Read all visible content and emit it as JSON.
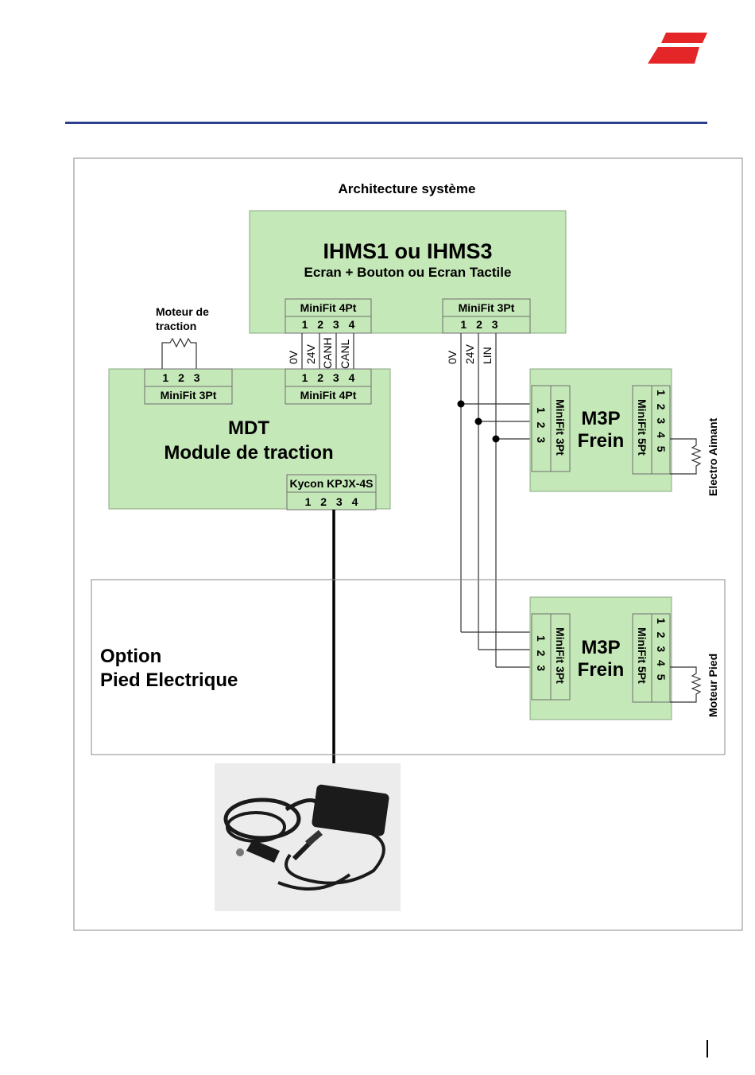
{
  "header": {
    "logo_name": "red-stripes-logo",
    "rule_color": "#2b3f8f",
    "accent_color": "#e52629"
  },
  "diagram": {
    "title": "Architecture système",
    "ihms": {
      "title": "IHMS1 ou IHMS3",
      "subtitle": "Ecran + Bouton ou Ecran Tactile",
      "conn_4pt_label": "MiniFit 4Pt",
      "conn_4pt_pins": "1 2 3 4",
      "conn_3pt_label": "MiniFit 3Pt",
      "conn_3pt_pins": "1 2 3"
    },
    "wires_can": [
      "0V",
      "24V",
      "CANH",
      "CANL"
    ],
    "wires_lin": [
      "0V",
      "24V",
      "LIN"
    ],
    "motor_label_1": "Moteur de",
    "motor_label_2": "traction",
    "mdt": {
      "title": "MDT",
      "subtitle": "Module de traction",
      "conn_3pt_pins": "1 2 3",
      "conn_3pt_label": "MiniFit 3Pt",
      "conn_4pt_pins": "1 2 3 4",
      "conn_4pt_label": "MiniFit 4Pt",
      "kycon_label": "Kycon KPJX-4S",
      "kycon_pins": "1 2 3 4"
    },
    "m3p_1": {
      "title": "M3P",
      "subtitle": "Frein",
      "left_conn_label": "MiniFit 3Pt",
      "left_pins": "1 2 3",
      "right_conn_label": "MiniFit 5Pt",
      "right_pins": "1 2 3 4 5",
      "load_label": "Electro Aimant"
    },
    "m3p_2": {
      "title": "M3P",
      "subtitle": "Frein",
      "left_conn_label": "MiniFit 3Pt",
      "left_pins": "1 2 3",
      "right_conn_label": "MiniFit 5Pt",
      "right_pins": "1 2 3 4 5",
      "load_label": "Moteur Pied"
    },
    "option_line_1": "Option",
    "option_line_2": "Pied Electrique",
    "photo_name": "power-supply-photo"
  }
}
